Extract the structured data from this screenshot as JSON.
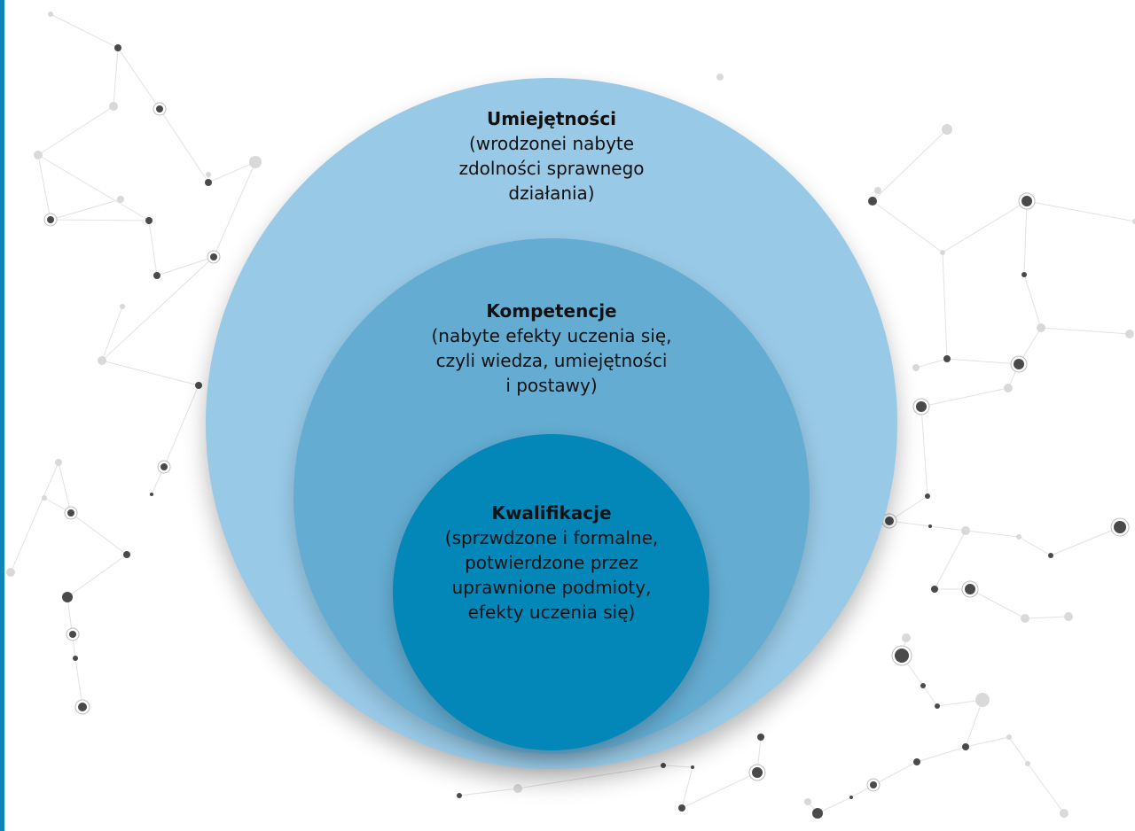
{
  "diagram": {
    "outer": {
      "title": "Umiejętności",
      "description": "(wrodzonei nabyte\nzdolności sprawnego\ndziałania)"
    },
    "middle": {
      "title": "Kompetencje",
      "description": "(nabyte efekty uczenia się,\nczyli wiedza, umiejętności\ni postawy)"
    },
    "inner": {
      "title": "Kwalifikacje",
      "description": "(sprzwdzone i formalne,\npotwierdzone przez\nuprawnione podmioty,\nefekty uczenia się)"
    }
  },
  "colors": {
    "accent_bar": "#0e86b7",
    "outer_circle": "#98c9e6",
    "middle_circle": "#64acd1",
    "inner_circle": "#0287b8",
    "text": "#111111",
    "network_node_dark": "#4a4a4a",
    "network_node_light": "#d9d9d9"
  }
}
